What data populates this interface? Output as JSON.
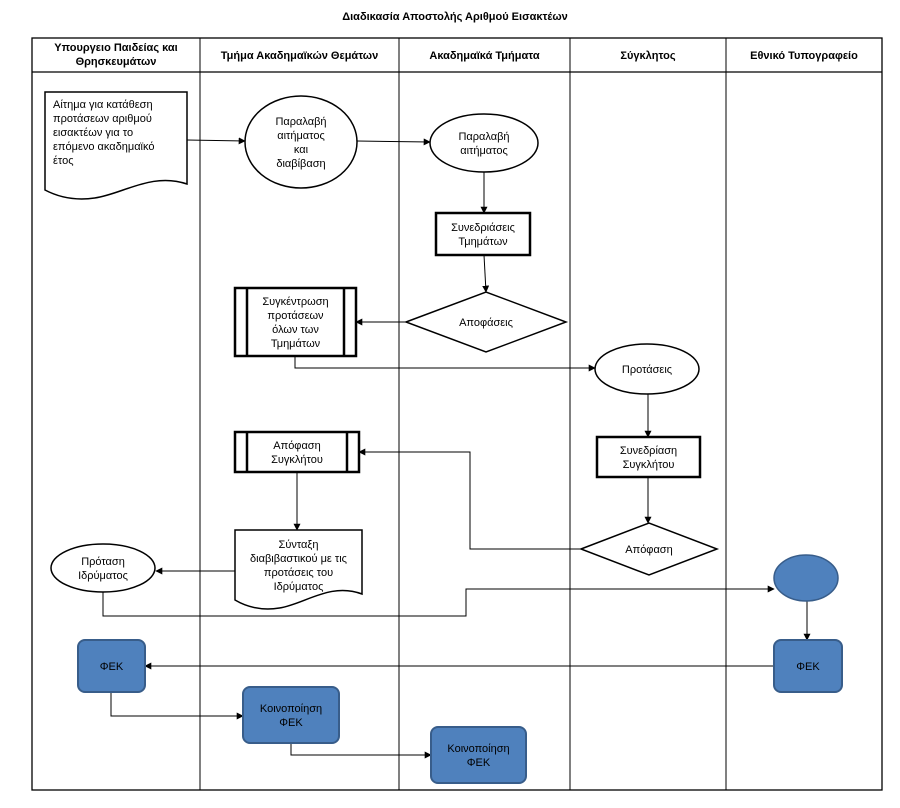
{
  "title": "Διαδικασία Αποστολής Αριθμού Εισακτέων",
  "lanes": [
    {
      "id": "ministry",
      "label": [
        "Υπουργειο Παιδείας και",
        "Θρησκευμάτων"
      ]
    },
    {
      "id": "academic_affairs",
      "label": [
        "Τμήμα Ακαδημαϊκών Θεμάτων"
      ]
    },
    {
      "id": "departments",
      "label": [
        "Ακαδημαϊκά Τμήματα"
      ]
    },
    {
      "id": "senate",
      "label": [
        "Σύγκλητος"
      ]
    },
    {
      "id": "printing",
      "label": [
        "Εθνικό Τυπογραφείο"
      ]
    }
  ],
  "nodes": {
    "request_doc": {
      "shape": "document",
      "lane": "ministry",
      "label": [
        "Αίτημα για κατάθεση",
        "προτάσεων αριθμού",
        "εισακτέων για το",
        "επόμενο ακαδημαϊκό",
        "έτος"
      ]
    },
    "receive_read": {
      "shape": "ellipse",
      "lane": "academic_affairs",
      "label": [
        "Παραλαβή",
        "αιτήματος",
        "και",
        "διαβίβαση"
      ]
    },
    "dept_receive": {
      "shape": "ellipse",
      "lane": "departments",
      "label": [
        "Παραλαβή",
        "αιτήματος"
      ]
    },
    "dept_meetings": {
      "shape": "process",
      "lane": "departments",
      "label": [
        "Συνεδριάσεις",
        "Τμημάτων"
      ]
    },
    "dept_decisions": {
      "shape": "decision",
      "lane": "departments",
      "label": [
        "Αποφάσεις"
      ]
    },
    "collect_proposals": {
      "shape": "subprocess",
      "lane": "academic_affairs",
      "label": [
        "Συγκέντρωση",
        "προτάσεων",
        "όλων των",
        "Τμημάτων"
      ]
    },
    "proposals": {
      "shape": "ellipse",
      "lane": "senate",
      "label": [
        "Προτάσεις"
      ]
    },
    "senate_meeting": {
      "shape": "process",
      "lane": "senate",
      "label": [
        "Συνεδρίαση",
        "Συγκλήτου"
      ]
    },
    "senate_decision": {
      "shape": "decision",
      "lane": "senate",
      "label": [
        "Απόφαση"
      ]
    },
    "senate_decision_record": {
      "shape": "subprocess",
      "lane": "academic_affairs",
      "label": [
        "Απόφαση",
        "Συγκλήτου"
      ]
    },
    "cover_letter": {
      "shape": "document",
      "lane": "academic_affairs",
      "label": [
        "Σύνταξη",
        "διαβιβαστικού με τις",
        "προτάσεις του",
        "Ιδρύματος"
      ]
    },
    "institution_proposal": {
      "shape": "ellipse",
      "lane": "ministry",
      "label": [
        "Πρόταση",
        "Ιδρύματος"
      ]
    },
    "printing_event": {
      "shape": "ellipse",
      "lane": "printing",
      "label": []
    },
    "fek_printing": {
      "shape": "rounded",
      "lane": "printing",
      "label": [
        "ΦΕΚ"
      ]
    },
    "fek_ministry": {
      "shape": "rounded",
      "lane": "ministry",
      "label": [
        "ΦΕΚ"
      ]
    },
    "notify_fek_academic": {
      "shape": "rounded",
      "lane": "academic_affairs",
      "label": [
        "Κοινοποίηση",
        "ΦΕΚ"
      ]
    },
    "notify_fek_departments": {
      "shape": "rounded",
      "lane": "departments",
      "label": [
        "Κοινοποίηση",
        "ΦΕΚ"
      ]
    }
  },
  "edges": [
    {
      "from": "request_doc",
      "to": "receive_read"
    },
    {
      "from": "receive_read",
      "to": "dept_receive"
    },
    {
      "from": "dept_receive",
      "to": "dept_meetings"
    },
    {
      "from": "dept_meetings",
      "to": "dept_decisions"
    },
    {
      "from": "dept_decisions",
      "to": "collect_proposals"
    },
    {
      "from": "collect_proposals",
      "to": "proposals"
    },
    {
      "from": "proposals",
      "to": "senate_meeting"
    },
    {
      "from": "senate_meeting",
      "to": "senate_decision"
    },
    {
      "from": "senate_decision",
      "to": "senate_decision_record"
    },
    {
      "from": "senate_decision_record",
      "to": "cover_letter"
    },
    {
      "from": "cover_letter",
      "to": "institution_proposal"
    },
    {
      "from": "institution_proposal",
      "to": "printing_event"
    },
    {
      "from": "printing_event",
      "to": "fek_printing"
    },
    {
      "from": "fek_printing",
      "to": "fek_ministry"
    },
    {
      "from": "fek_ministry",
      "to": "notify_fek_academic"
    },
    {
      "from": "notify_fek_academic",
      "to": "notify_fek_departments"
    }
  ],
  "colors": {
    "accent_fill": "#4f81bd",
    "accent_stroke": "#385d8a",
    "line": "#000000"
  }
}
